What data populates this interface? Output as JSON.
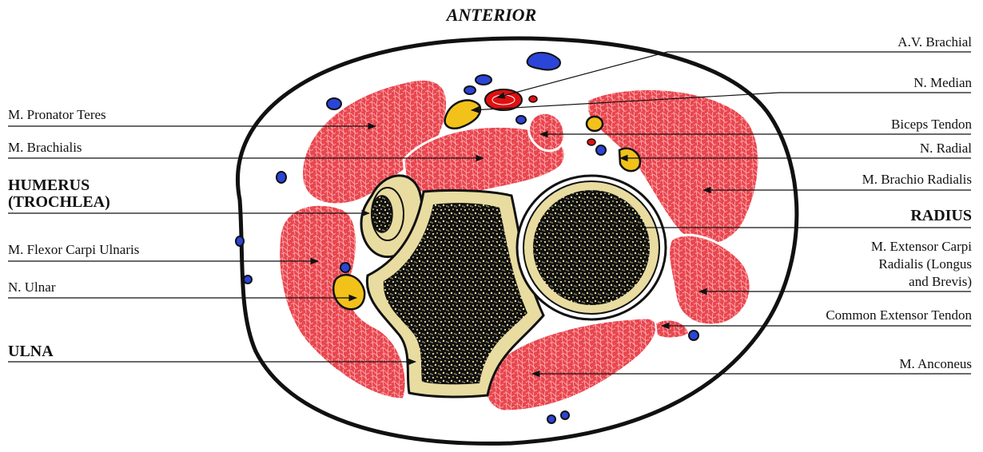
{
  "title": "ANTERIOR",
  "colors": {
    "muscle": "#e8474f",
    "muscle_texture": "#ffb3b8",
    "bone_cortex": "#e8dca0",
    "bone_marrow": "#111111",
    "artery": "#e01010",
    "vein": "#2b45d8",
    "nerve": "#f2c21a",
    "outline": "#111111"
  },
  "labels_left": {
    "pronator_teres": "M. Pronator Teres",
    "brachialis": "M. Brachialis",
    "humerus_line1": "HUMERUS",
    "humerus_line2": "(TROCHLEA)",
    "flexor_carpi_ulnaris": "M. Flexor Carpi Ulnaris",
    "ulnar_nerve": "N. Ulnar",
    "ulna": "ULNA"
  },
  "labels_right": {
    "brachial_av": "A.V. Brachial",
    "median_nerve": "N. Median",
    "biceps_tendon": "Biceps Tendon",
    "radial_nerve": "N. Radial",
    "brachioradialis": "M. Brachio Radialis",
    "radius": "RADIUS",
    "ecr_line1": "M. Extensor Carpi",
    "ecr_line2": "Radialis (Longus",
    "ecr_line3": "and Brevis)",
    "common_extensor_tendon": "Common Extensor Tendon",
    "anconeus": "M. Anconeus"
  }
}
